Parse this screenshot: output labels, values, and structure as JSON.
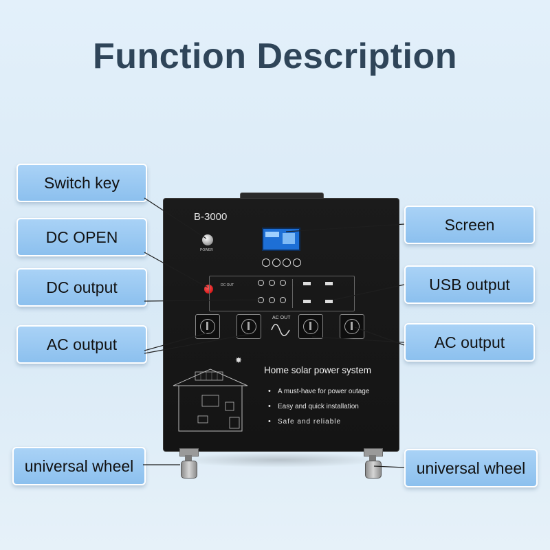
{
  "title": "Function Description",
  "labels": {
    "switch_key": "Switch key",
    "dc_open": "DC OPEN",
    "dc_output": "DC output",
    "ac_output_left": "AC output",
    "universal_wheel_left": "universal wheel",
    "screen": "Screen",
    "usb_output": "USB output",
    "ac_output_right": "AC output",
    "universal_wheel_right": "universal wheel"
  },
  "product": {
    "model": "B-3000",
    "power_label": "POWER",
    "dc_label": "DC OUT",
    "ac_out_label": "AC OUT",
    "headline": "Home solar power system",
    "bullets": [
      "A must-have for power outage",
      "Easy and quick installation",
      "Safe and reliable"
    ]
  },
  "colors": {
    "background": "#dceaf6",
    "label_fill": "#9ccaf2",
    "title_text": "#2f4559",
    "device_body": "#161616",
    "leader_line": "#222222"
  }
}
